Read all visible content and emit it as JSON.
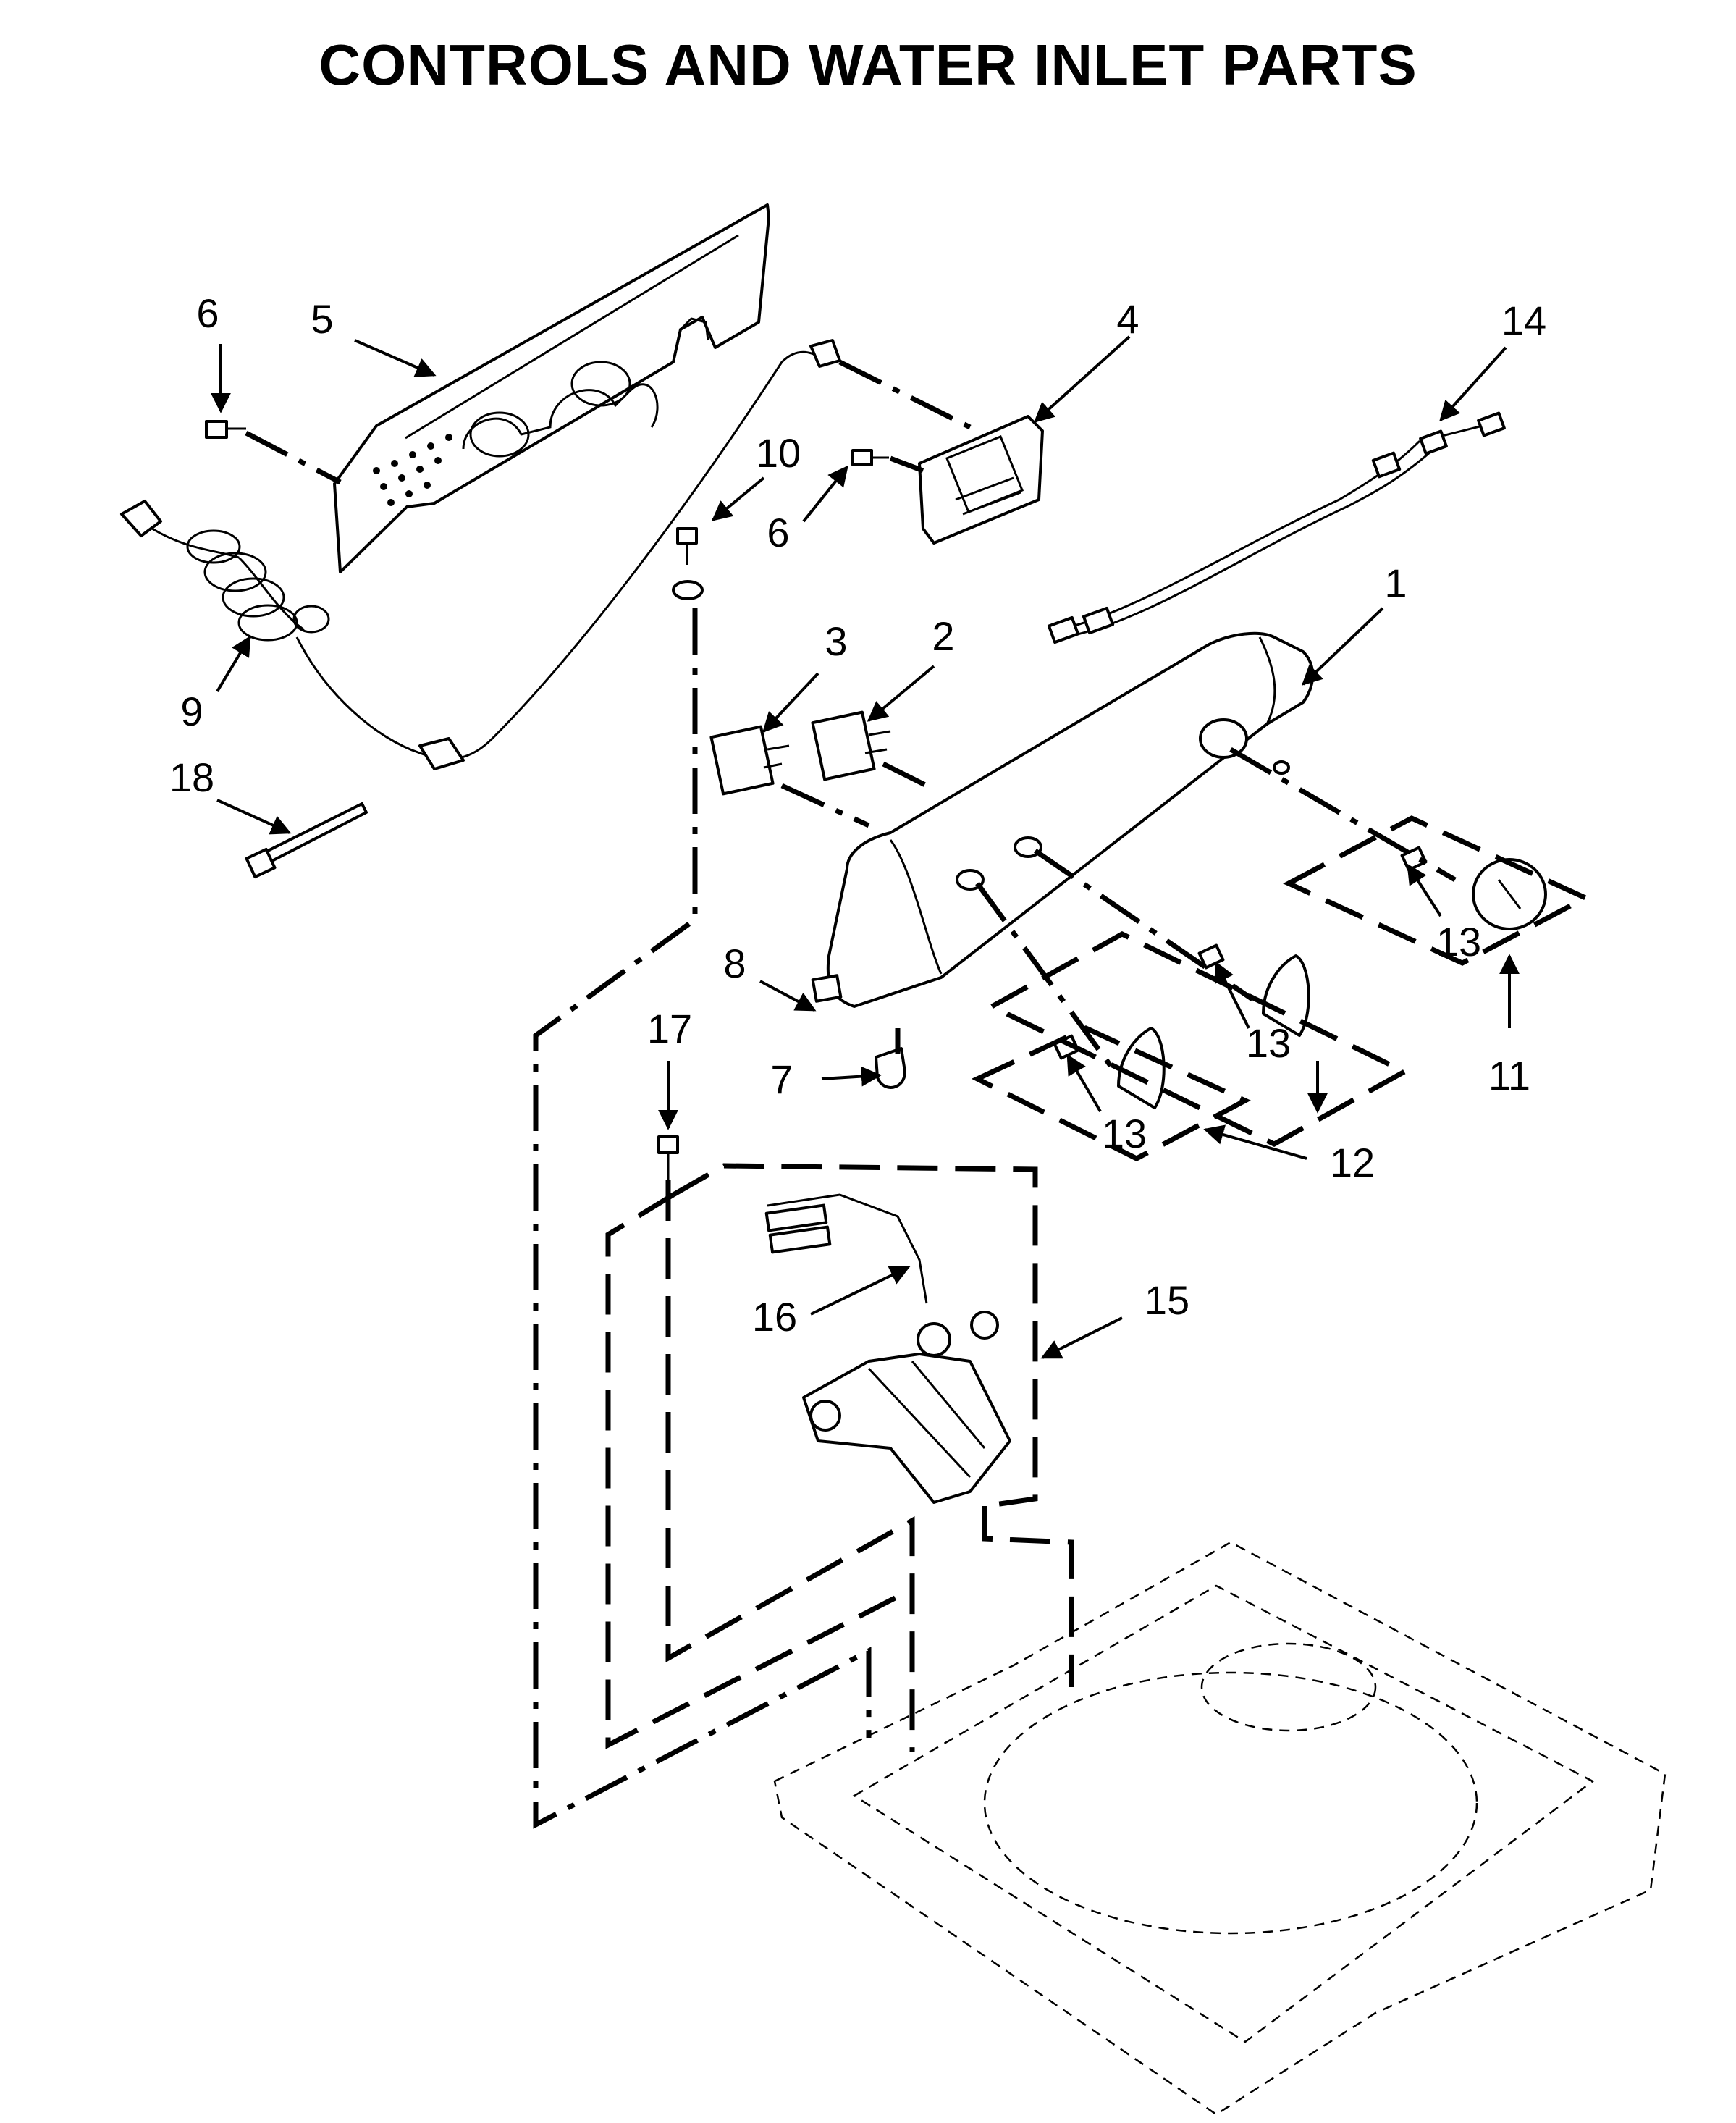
{
  "title": "CONTROLS AND WATER INLET PARTS",
  "callouts": [
    "6",
    "5",
    "4",
    "14",
    "10",
    "6",
    "1",
    "3",
    "2",
    "9",
    "18",
    "8",
    "13",
    "17",
    "7",
    "13",
    "11",
    "13",
    "12",
    "16",
    "15"
  ]
}
